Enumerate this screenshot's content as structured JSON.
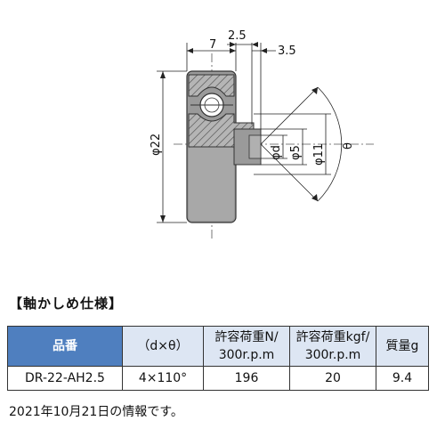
{
  "drawing": {
    "dim_top_left": "7",
    "dim_top_mid": "2.5",
    "dim_top_right": "3.5",
    "dim_outer_diameter": "φ22",
    "dim_shaft_d": "φd",
    "dim_shaft_5": "φ5",
    "dim_shaft_11": "φ11",
    "dim_angle": "θ"
  },
  "section_title": "【軸かしめ仕様】",
  "table": {
    "headers": [
      "品番",
      "（d×θ）",
      "許容荷重N/\n300r.p.m",
      "許容荷重kgf/\n300r.p.m",
      "質量g"
    ],
    "row": [
      "DR-22-AH2.5",
      "4×110°",
      "196",
      "20",
      "9.4"
    ]
  },
  "footnote": "2021年10月21日の情報です。",
  "colors": {
    "header_highlight": "#4f7fbf",
    "header_bg": "#dde6f3",
    "part_fill": "#9a9a9a",
    "hatch": "#444444"
  }
}
